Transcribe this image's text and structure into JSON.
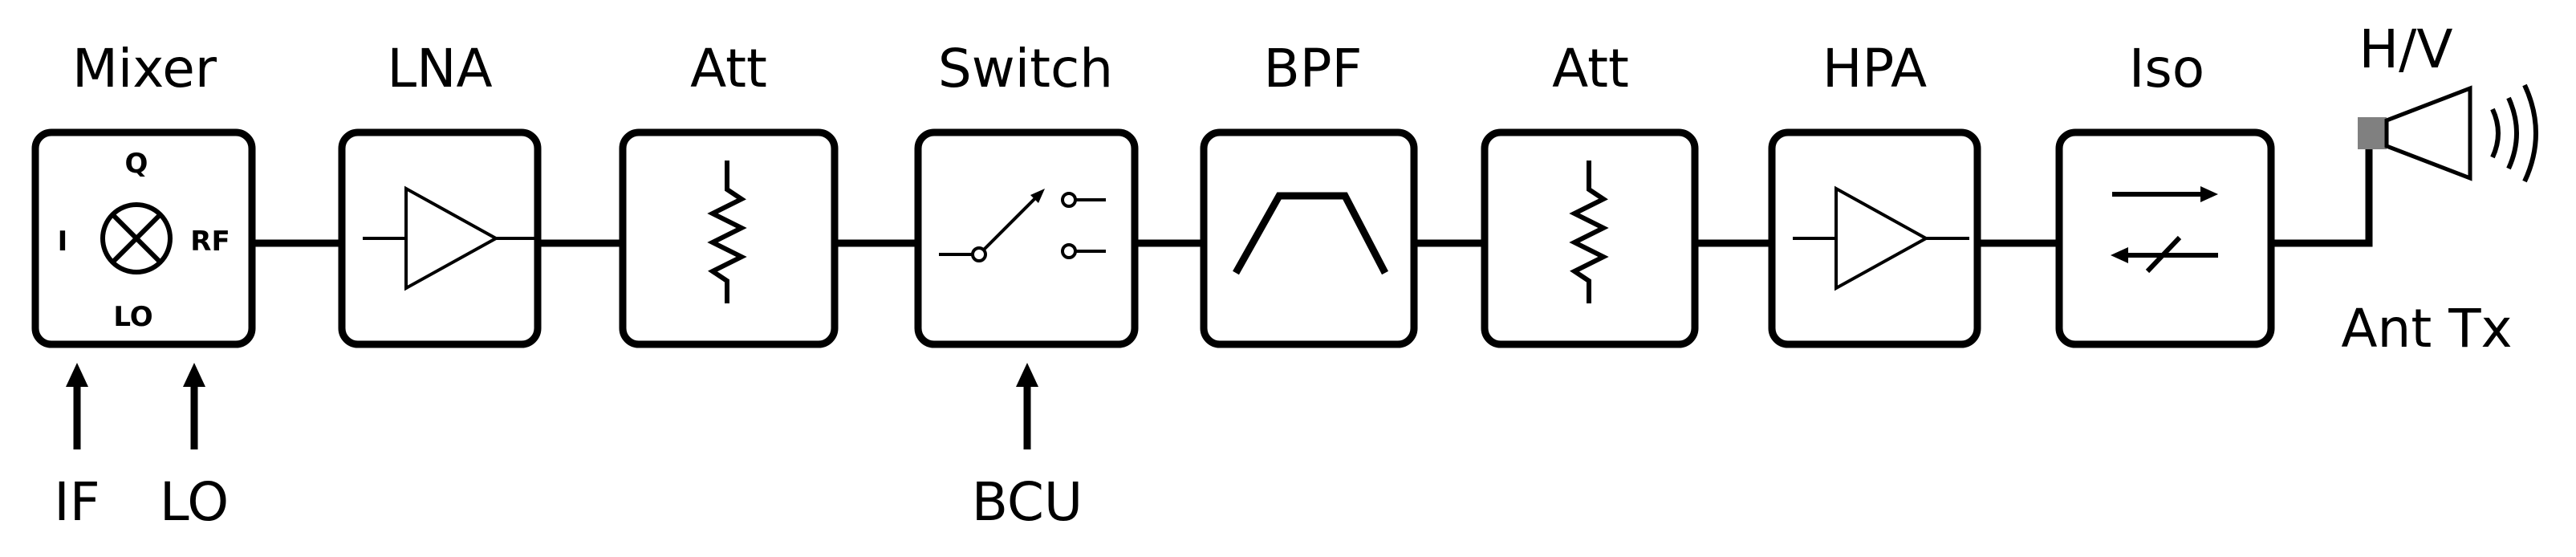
{
  "blocks": {
    "mixer": "Mixer",
    "lna": "LNA",
    "att1": "Att",
    "switch": "Switch",
    "bpf": "BPF",
    "att2": "Att",
    "hpa": "HPA",
    "iso": "Iso",
    "antenna": "H/V"
  },
  "mixer_ports": {
    "q": "Q",
    "i": "I",
    "rf": "RF",
    "lo": "LO"
  },
  "inputs": {
    "if": "IF",
    "lo": "LO",
    "bcu": "BCU"
  },
  "antenna_label": "Ant Tx",
  "colors": {
    "line": "#000000",
    "background": "#ffffff",
    "antenna_feed": "#808080"
  }
}
